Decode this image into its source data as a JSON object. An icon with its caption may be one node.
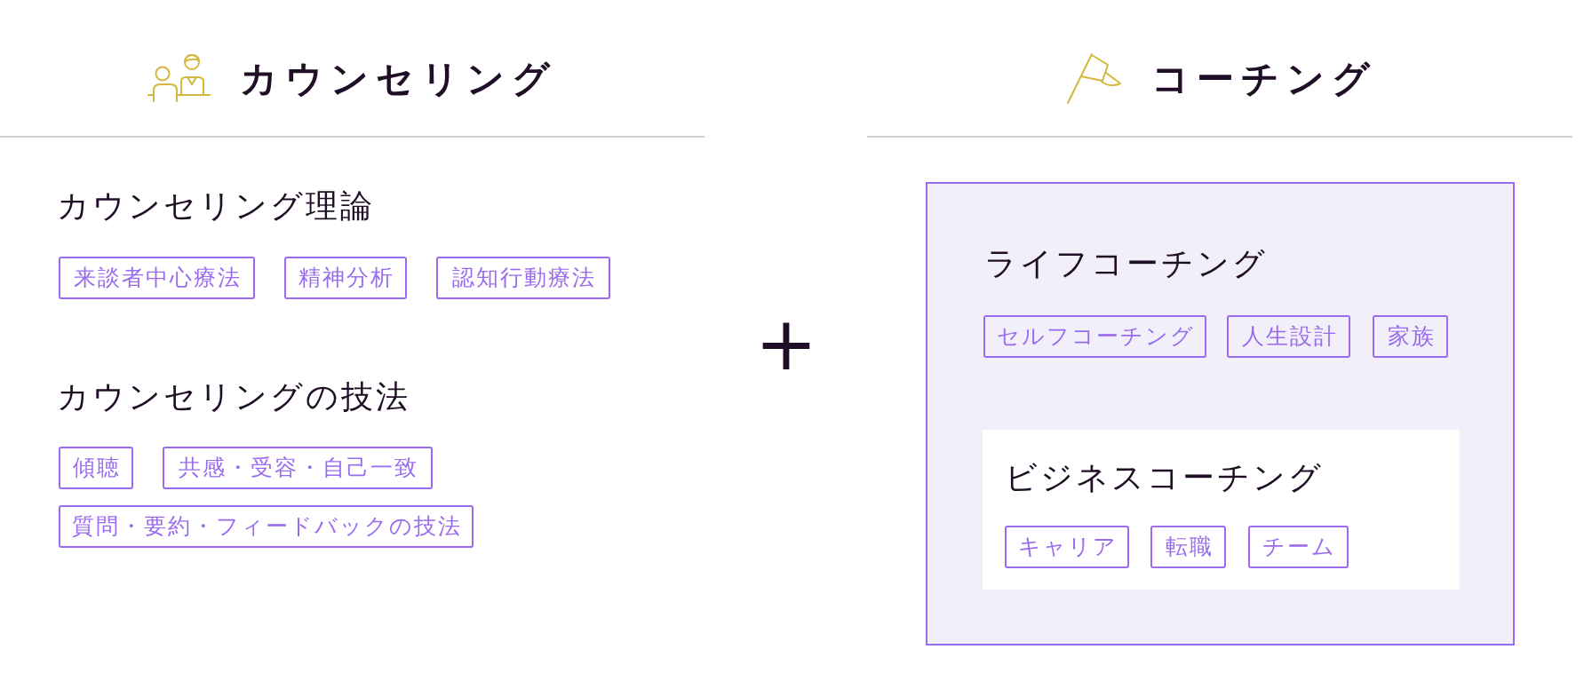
{
  "diagram": {
    "nodes": [
      {
        "text": [
          "来談者中心療法"
        ]
      },
      {
        "text": [
          "精神分析"
        ]
      },
      {
        "text": [
          "認知行動療法"
        ]
      },
      {
        "text": [
          "傾聴"
        ]
      },
      {
        "text": [
          "共感・受容・自己一致"
        ]
      },
      {
        "text": [
          "質問・要約・フィードバックの技法"
        ]
      },
      {
        "text": [
          "ライフコーチング"
        ]
      },
      {
        "text": [
          "セルフコーチング"
        ],
        "in": 6
      },
      {
        "text": [
          "人生設計"
        ],
        "in": 6
      },
      {
        "text": [
          "家族"
        ],
        "in": 6
      },
      {
        "text": [
          "ビジネスコーチング"
        ],
        "in": 6
      },
      {
        "text": [
          "キャリア"
        ],
        "in": 10
      },
      {
        "text": [
          "転職"
        ],
        "in": 10
      },
      {
        "text": [
          "チーム"
        ],
        "in": 10
      }
    ],
    "labels": [
      "カウンセリング",
      "カウンセリング理論",
      "カウンセリングの技法",
      "+",
      "コーチング"
    ]
  }
}
